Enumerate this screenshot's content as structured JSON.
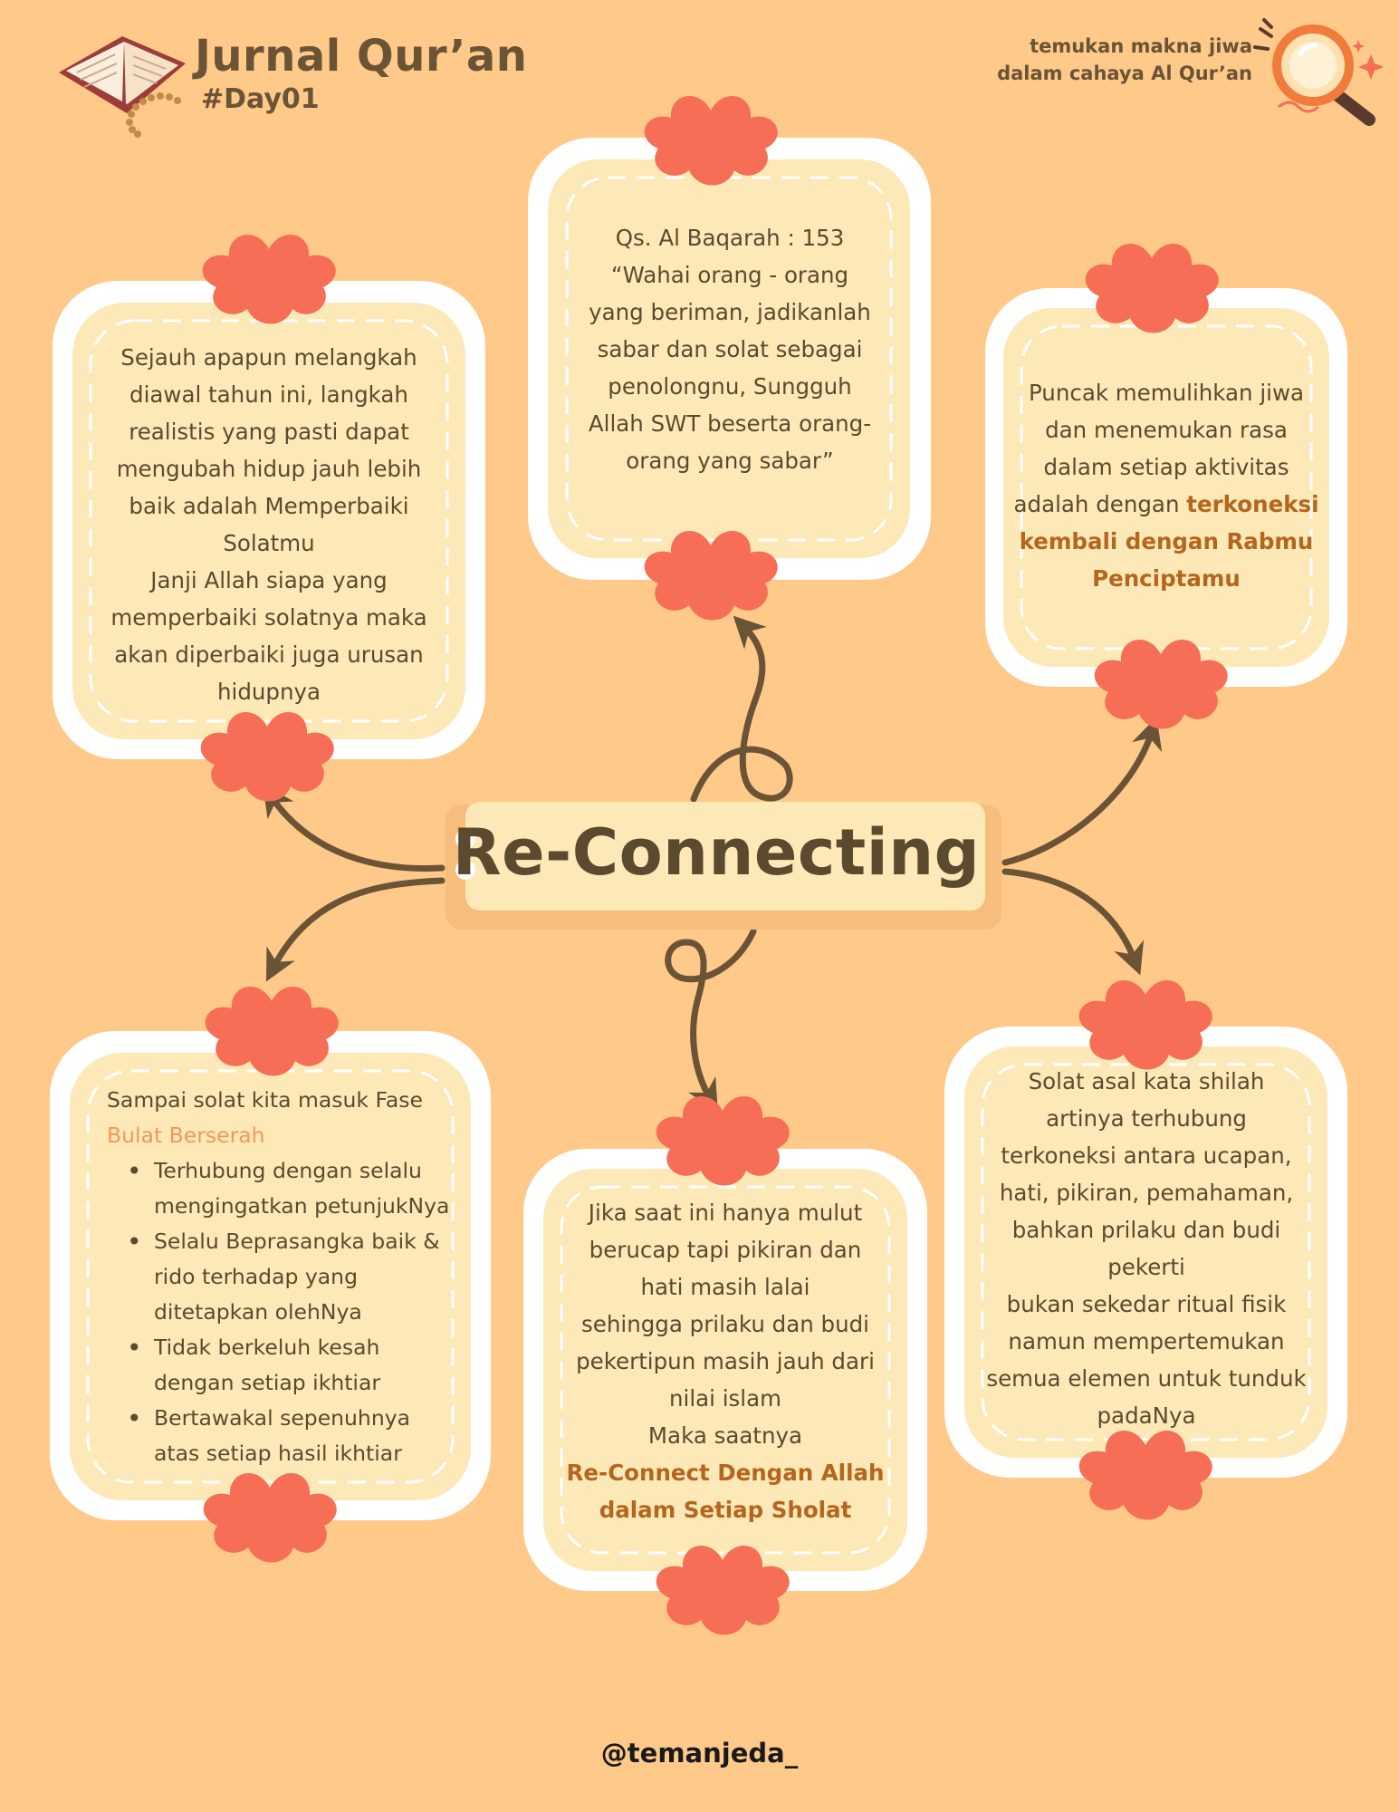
{
  "header": {
    "title": "Jurnal Qur’an",
    "subtitle": "#Day01",
    "tagline_1": "temukan makna jiwa",
    "tagline_2": "dalam cahaya Al Qur’an"
  },
  "center": {
    "title": "Re-Connecting"
  },
  "cards": {
    "top_left": {
      "lines": [
        "Sejauh apapun melangkah",
        "diawal tahun ini, langkah",
        "realistis yang pasti dapat",
        "mengubah hidup jauh lebih",
        "baik adalah Memperbaiki",
        "Solatmu",
        "Janji Allah siapa yang",
        "memperbaiki solatnya maka",
        "akan diperbaiki juga urusan",
        "hidupnya"
      ]
    },
    "top_center": {
      "lines": [
        "Qs. Al Baqarah : 153",
        "“Wahai orang - orang",
        "yang beriman, jadikanlah",
        "sabar dan solat sebagai",
        "penolongnu, Sungguh",
        "Allah SWT beserta orang-",
        "orang yang sabar”"
      ]
    },
    "top_right": {
      "lines": [
        "Puncak memulihkan jiwa",
        "dan menemukan rasa",
        "dalam setiap aktivitas"
      ],
      "line_4_plain": "adalah dengan ",
      "line_4_highlight": "terkoneksi",
      "highlight_lines": [
        "kembali dengan Rabmu",
        "Penciptamu"
      ]
    },
    "bottom_left": {
      "intro": "Sampai solat kita masuk Fase",
      "intro_highlight": "Bulat Berserah",
      "bullets": [
        [
          "Terhubung dengan selalu",
          "mengingatkan petunjukNya"
        ],
        [
          "Selalu Beprasangka baik &",
          "rido terhadap yang",
          "ditetapkan olehNya"
        ],
        [
          "Tidak berkeluh kesah",
          "dengan setiap ikhtiar"
        ],
        [
          "Bertawakal sepenuhnya",
          "atas setiap hasil ikhtiar"
        ]
      ]
    },
    "bottom_center": {
      "lines": [
        "Jika saat ini hanya mulut",
        "berucap tapi pikiran dan",
        "hati masih lalai",
        "sehingga prilaku dan budi",
        "pekertipun masih jauh dari",
        "nilai islam",
        "Maka saatnya"
      ],
      "highlight_lines": [
        "Re-Connect Dengan Allah",
        "dalam Setiap Sholat"
      ]
    },
    "bottom_right": {
      "lines": [
        "Solat asal kata shilah",
        "artinya terhubung",
        "terkoneksi antara ucapan,",
        "hati, pikiran, pemahaman,",
        "bahkan prilaku dan budi",
        "pekerti",
        "bukan sekedar ritual fisik",
        "namun mempertemukan",
        "semua elemen untuk tunduk",
        "padaNya"
      ]
    }
  },
  "footer": {
    "handle": "@temanjeda_"
  },
  "icons": {
    "book": "open-book-icon",
    "beads": "prayer-beads-icon",
    "magnifier": "magnifying-glass-icon",
    "flower": "flower-icon"
  },
  "colors": {
    "background": "#ffc98a",
    "card_fill": "#fde9b8",
    "card_border": "#ffffff",
    "flower": "#f56e55",
    "arrow": "#6b5336",
    "highlight": "#b5651d",
    "highlight_light": "#f4975a"
  }
}
